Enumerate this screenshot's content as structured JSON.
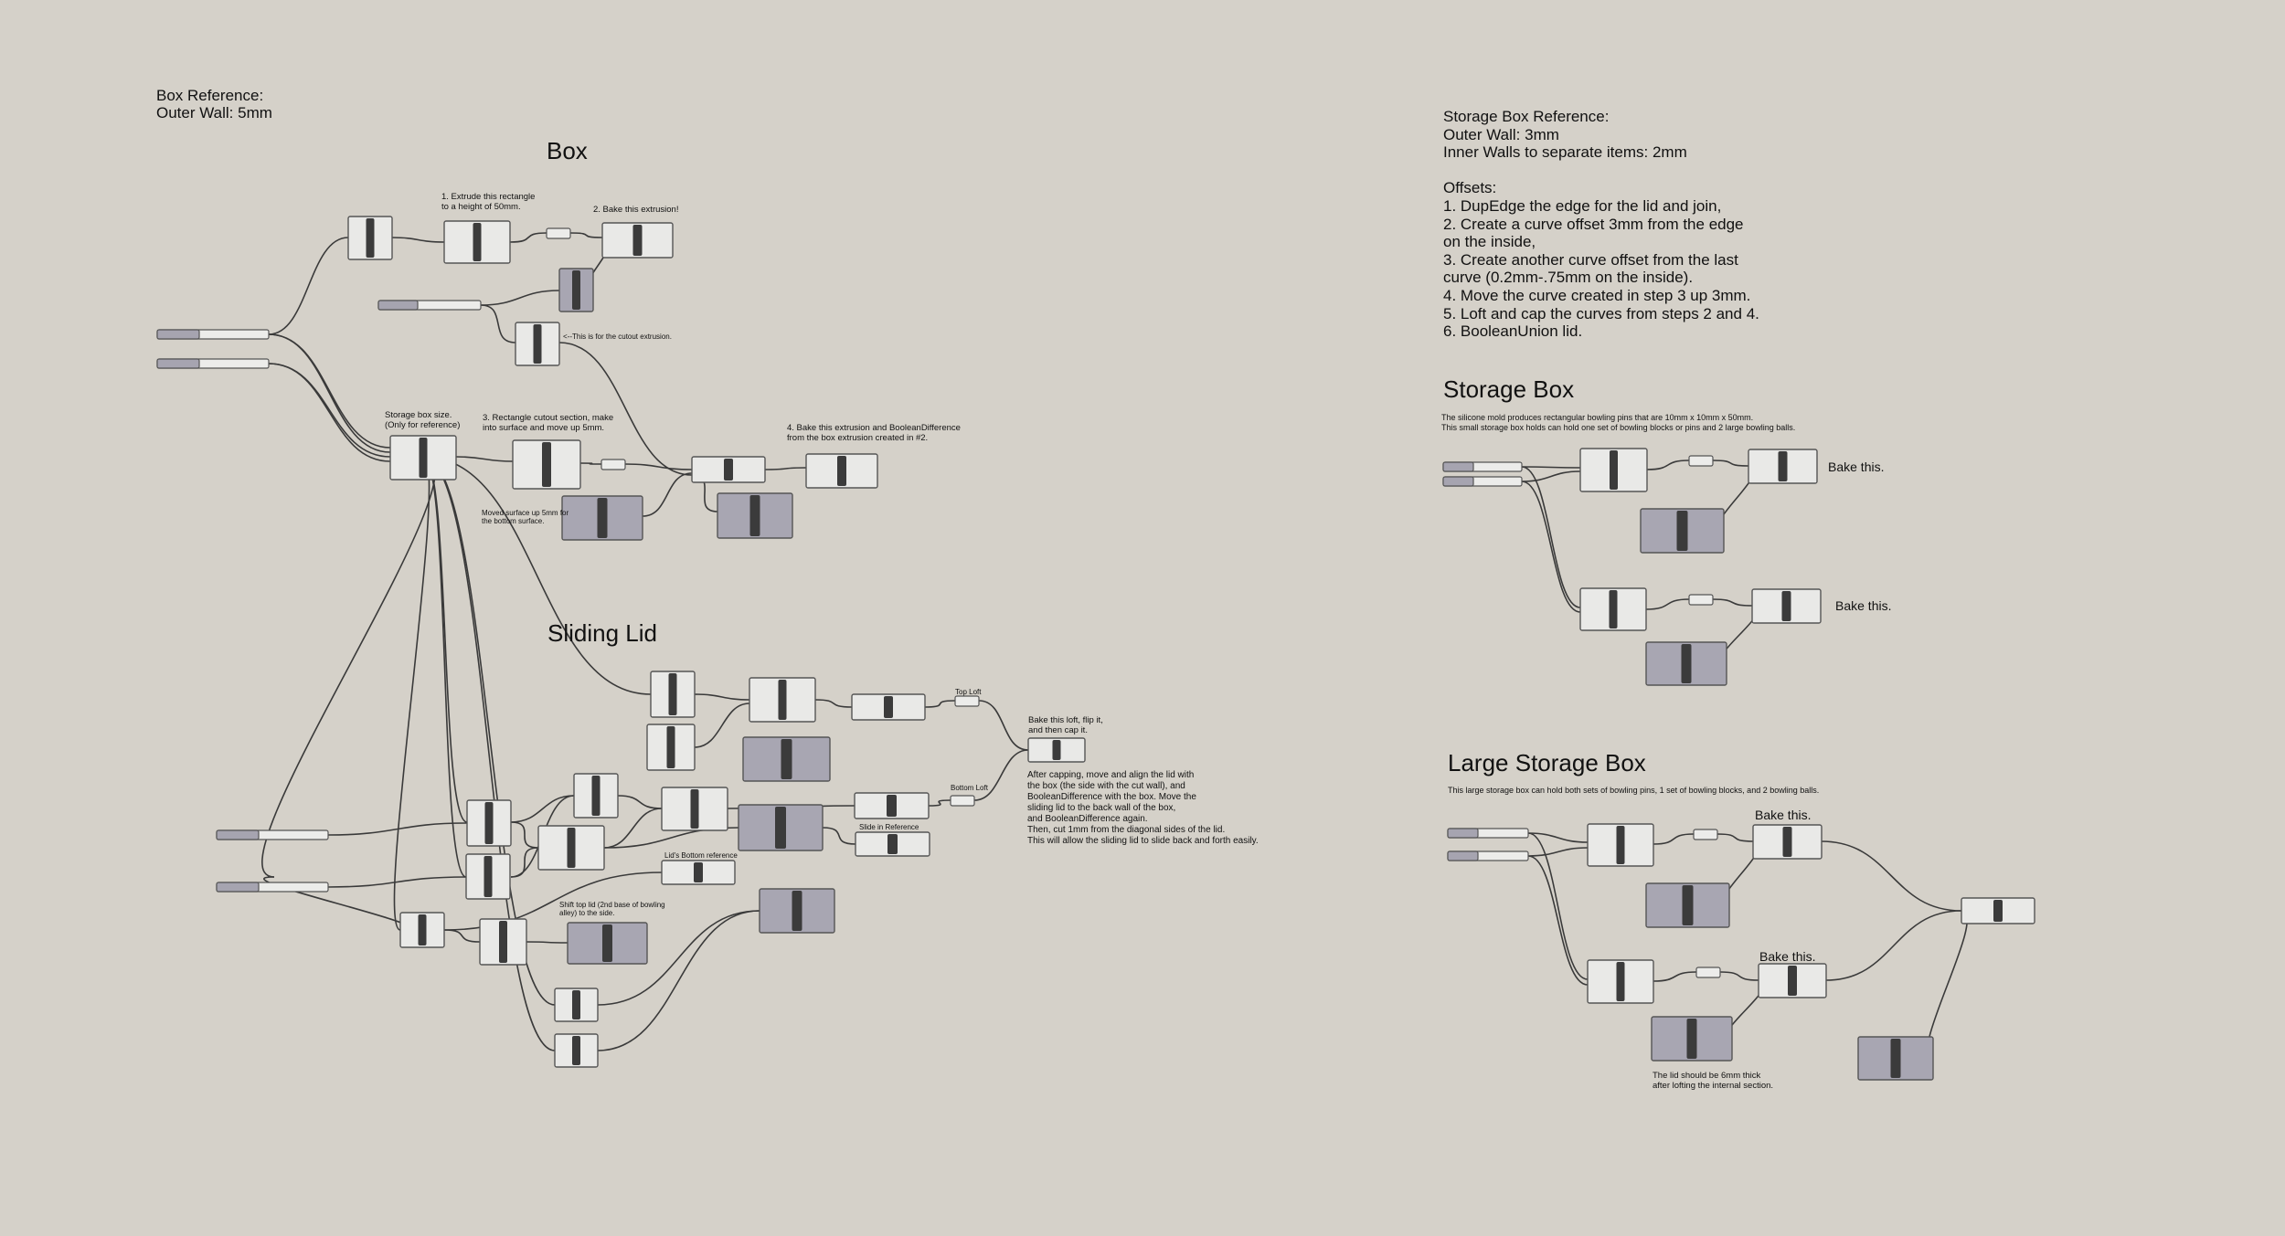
{
  "box_reference": {
    "title": "Box Reference:",
    "outer_wall": "Outer Wall: 5mm"
  },
  "storage_box_reference": {
    "lines": [
      "Storage Box Reference:",
      "Outer Wall: 3mm",
      "Inner Walls to separate items: 2mm",
      "",
      "Offsets:",
      "1. DupEdge the edge for the lid and join,",
      "2. Create a curve offset 3mm from the edge",
      "on the inside,",
      "3. Create another curve offset from the last",
      "curve (0.2mm-.75mm on the inside).",
      "4. Move the curve created in step 3 up 3mm.",
      "5. Loft and cap the curves from steps 2 and 4.",
      "6. BooleanUnion lid."
    ]
  },
  "groups": {
    "box": "Box",
    "sliding_lid": "Sliding Lid",
    "storage_box": "Storage Box",
    "large_storage_box": "Large Storage Box"
  },
  "notes": {
    "extrude": "1. Extrude this rectangle\nto a height of 50mm.",
    "bake_extrusion": "2. Bake this extrusion!",
    "cutout_arrow": "<--This is for the cutout extrusion.",
    "storage_size": "Storage box size.\n(Only for reference)",
    "rect_cutout": "3. Rectangle cutout section, make\ninto surface and move up 5mm.",
    "bake_boolean": "4. Bake this extrusion and BooleanDifference\nfrom the box extrusion created in #2.",
    "moved_surface": "Moved surface up 5mm for\nthe bottom surface.",
    "top_loft": "Top Loft",
    "bottom_loft": "Bottom Loft",
    "bake_loft": "Bake this loft, flip it,\nand then cap it.",
    "after_capping": "After capping, move and align the lid with\nthe box (the side with the cut wall), and\nBooleanDifference with the box. Move the\nsliding lid to the back wall of the box,\nand BooleanDifference again.\nThen, cut 1mm from the diagonal sides of the lid.\nThis will allow the sliding lid to slide back and forth easily.",
    "slide_in_reference": "Slide in Reference",
    "lids_bottom_reference": "Lid's Bottom reference",
    "shift_top_lid": "Shift top lid (2nd base of bowling\nalley) to the side.",
    "storage_desc": "The silicone mold produces rectangular bowling pins that are 10mm x 10mm x 50mm.\nThis small storage box holds can hold one set of bowling blocks or pins and 2 large bowling balls.",
    "bake_this_1": "Bake this.",
    "bake_this_2": "Bake this.",
    "large_desc": "This large storage box can hold both sets of bowling pins, 1 set of bowling blocks, and 2 bowling balls.",
    "bake_this_3": "Bake this.",
    "bake_this_4": "Bake this.",
    "lid_thick": "The lid should be 6mm thick\nafter lofting the internal section."
  },
  "colors": {
    "background": "#d5d1c9",
    "node_fill": "#e9e9e7",
    "node_dark_fill": "#a8a6b2",
    "wire": "#3a3a3a"
  }
}
